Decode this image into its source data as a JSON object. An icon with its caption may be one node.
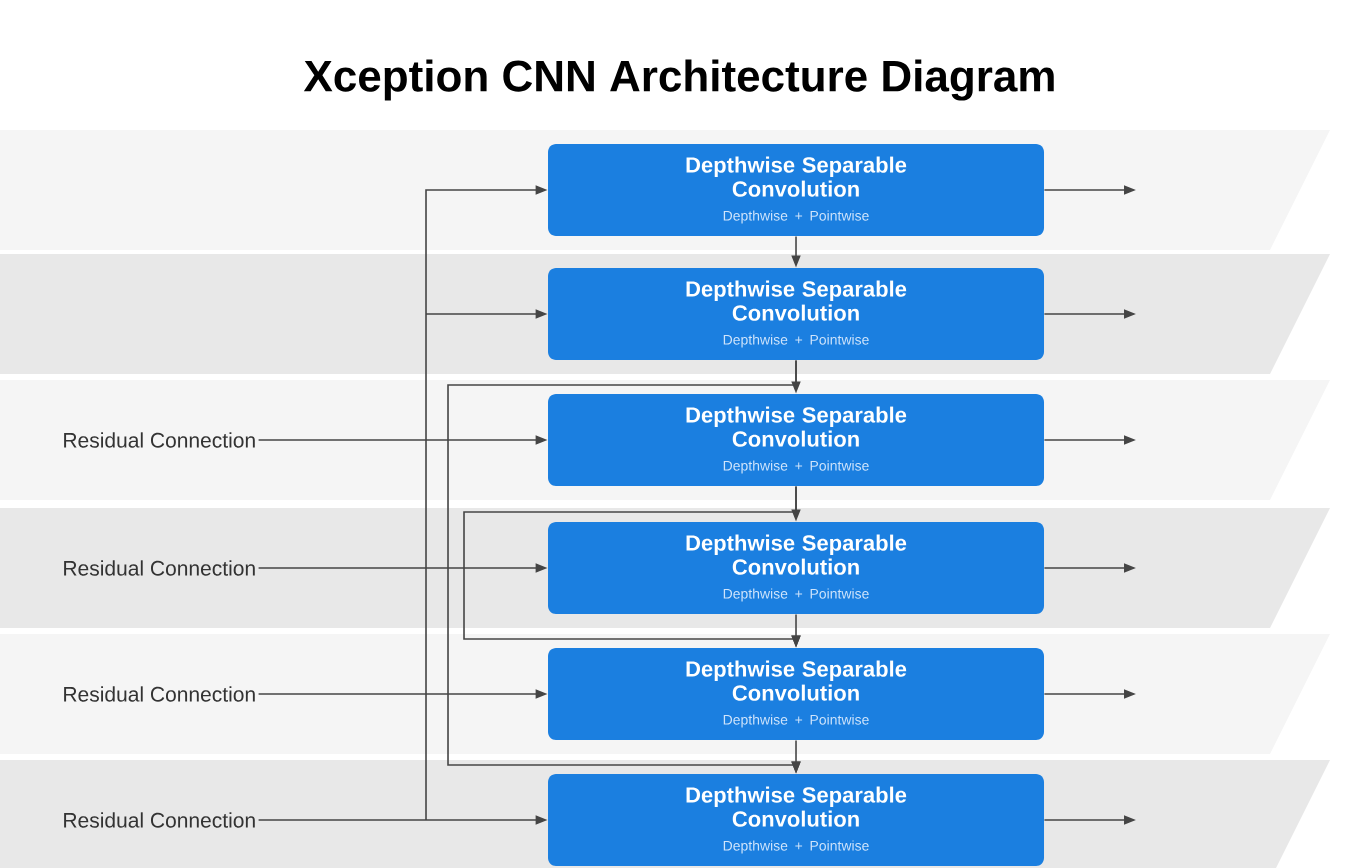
{
  "diagram": {
    "title": "Xception CNN Architecture Diagram",
    "nodes": [
      {
        "text": [
          "Depthwise Separable Convolution",
          "Depthwise + Pointwise"
        ]
      },
      {
        "text": [
          "Depthwise Separable Convolution",
          "Depthwise + Pointwise"
        ]
      },
      {
        "text": [
          "Depthwise Separable Convolution",
          "Depthwise + Pointwise"
        ]
      },
      {
        "text": [
          "Depthwise Separable Convolution",
          "Depthwise + Pointwise"
        ]
      },
      {
        "text": [
          "Depthwise Separable Convolution",
          "Depthwise + Pointwise"
        ]
      },
      {
        "text": [
          "Depthwise Separable Convolution",
          "Depthwise + Pointwise"
        ]
      },
      {
        "text": [
          "Residual Connection"
        ]
      },
      {
        "text": [
          "Residual Connection"
        ]
      },
      {
        "text": [
          "Residual Connection"
        ]
      },
      {
        "text": [
          "Residual Connection"
        ]
      }
    ],
    "edges": [
      {
        "from": null,
        "to": 0,
        "arrow": "to"
      },
      {
        "from": null,
        "to": 1,
        "arrow": "to"
      },
      {
        "from": 6,
        "to": 2,
        "arrow": "to"
      },
      {
        "from": 7,
        "to": 3,
        "arrow": "to"
      },
      {
        "from": 8,
        "to": 4,
        "arrow": "to"
      },
      {
        "from": 9,
        "to": 5,
        "arrow": "to"
      },
      {
        "from": 0,
        "to": 1,
        "arrow": "to"
      },
      {
        "from": 1,
        "to": 2,
        "arrow": "to"
      },
      {
        "from": 2,
        "to": 3,
        "arrow": "to"
      },
      {
        "from": 3,
        "to": 4,
        "arrow": "to"
      },
      {
        "from": 4,
        "to": 5,
        "arrow": "to"
      },
      {
        "from": 1,
        "to": 5,
        "arrow": "to"
      },
      {
        "from": 2,
        "to": 4,
        "arrow": "to"
      },
      {
        "from": 0,
        "to": null,
        "arrow": "to"
      },
      {
        "from": 1,
        "to": null,
        "arrow": "to"
      },
      {
        "from": 2,
        "to": null,
        "arrow": "to"
      },
      {
        "from": 3,
        "to": null,
        "arrow": "to"
      },
      {
        "from": 4,
        "to": null,
        "arrow": "to"
      },
      {
        "from": 5,
        "to": null,
        "arrow": "to"
      }
    ]
  }
}
